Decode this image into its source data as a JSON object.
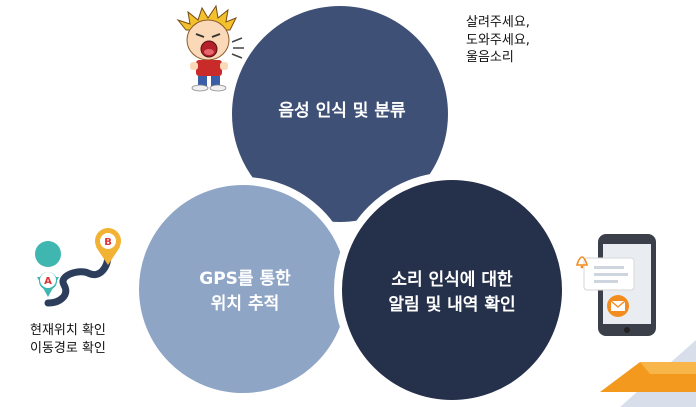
{
  "circles": {
    "top": {
      "label": "음성 인식 및 분류",
      "color": "#3f5076"
    },
    "left": {
      "label": "GPS를 통한\n위치 추적",
      "color": "#8fa5c6"
    },
    "right": {
      "label": "소리 인식에 대한\n알림 및 내역 확인",
      "color": "#25304a"
    }
  },
  "notes": {
    "voice_examples": "살려주세요,\n도와주세요,\n울음소리",
    "location_checks": "현재위치 확인\n이동경로 확인"
  },
  "map_pins": {
    "start": "A",
    "end": "B"
  },
  "icons": [
    "screaming-child-icon",
    "map-route-icon",
    "smartphone-notification-icon"
  ],
  "colors": {
    "pin_a": "#3fb6b0",
    "pin_b": "#f2b233",
    "ribbon": "#f39a1e",
    "ribbon_bg": "#d8dfeb"
  }
}
